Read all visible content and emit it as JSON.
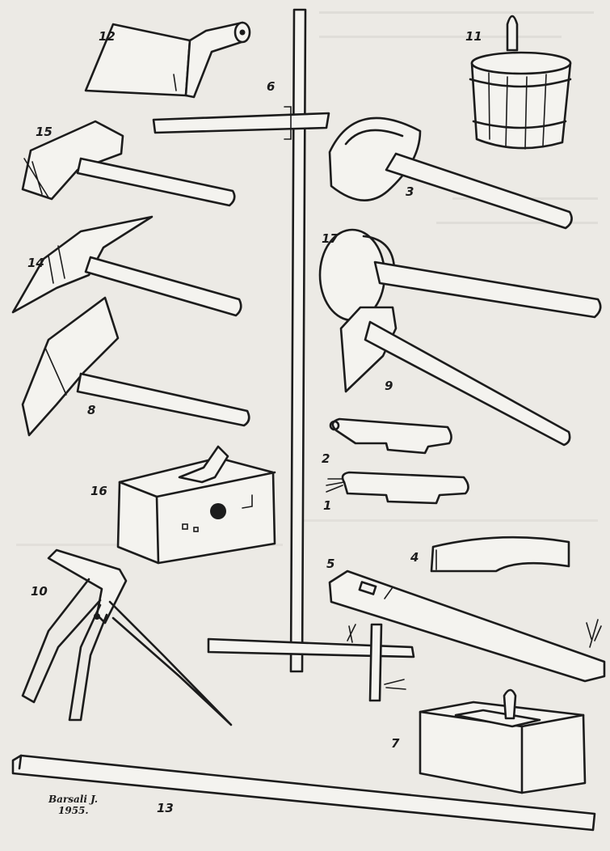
{
  "labels": {
    "n1": "1",
    "n2": "2",
    "n3": "3",
    "n4": "4",
    "n5": "5",
    "n6": "6",
    "n7": "7",
    "n8": "8",
    "n9": "9",
    "n10": "10",
    "n11": "11",
    "n12": "12",
    "n13": "13",
    "n14": "14",
    "n15": "15",
    "n16": "16",
    "n17": "17"
  },
  "signature": {
    "name": "Barsali J.",
    "year": "1955."
  },
  "colors": {
    "paper": "#eceae5",
    "ink": "#1c1c1c"
  }
}
